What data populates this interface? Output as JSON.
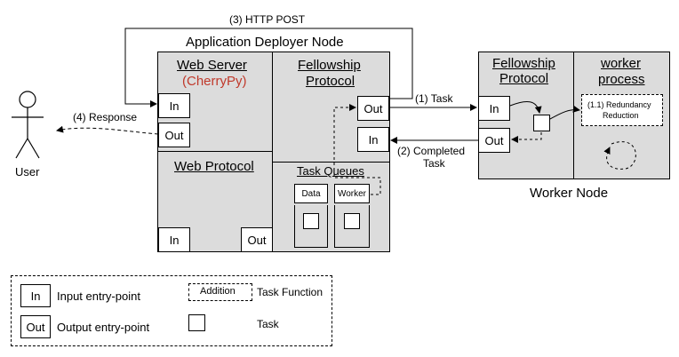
{
  "app_node": {
    "title": "Application Deployer Node",
    "web_server": {
      "title": "Web Server",
      "subtitle": "(CherryPy)"
    },
    "fellowship": {
      "line1": "Fellowship",
      "line2": "Protocol"
    },
    "web_protocol": {
      "title": "Web Protocol"
    },
    "task_queues": {
      "title": "Task Queues",
      "queue_data": "Data",
      "queue_worker": "Worker"
    }
  },
  "worker_node": {
    "title": "Worker Node",
    "fellowship": {
      "line1": "Fellowship",
      "line2": "Protocol"
    },
    "process": {
      "line1": "worker",
      "line2": "process"
    },
    "task_fn": {
      "line1": "(1.1) Redundancy",
      "line2": "Reduction"
    }
  },
  "ports": {
    "in": "In",
    "out": "Out"
  },
  "user": {
    "label": "User"
  },
  "arrows": {
    "http_post": "(3) HTTP POST",
    "task": "(1) Task",
    "completed_line1": "(2) Completed",
    "completed_line2": "Task",
    "response": "(4) Response"
  },
  "legend": {
    "in_key": "In",
    "in_text": "Input entry-point",
    "out_key": "Out",
    "out_text": "Output entry-point",
    "fn_key": "Addition",
    "fn_text": "Task Function",
    "task_text": "Task"
  },
  "colors": {
    "panel": "#dcdcdc",
    "cherrypy": "#c0392b"
  }
}
